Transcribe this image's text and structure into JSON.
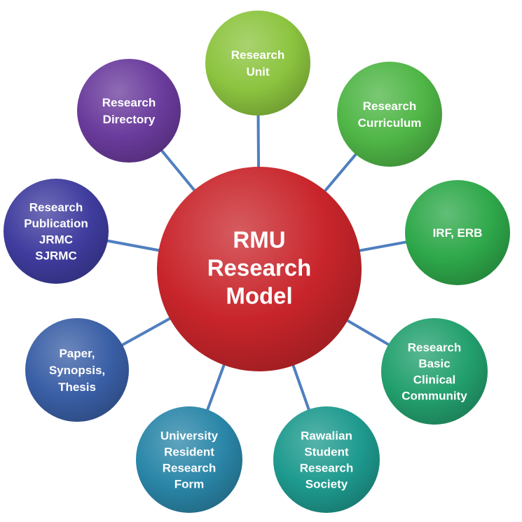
{
  "center": {
    "lines": [
      "RMU",
      "Research",
      "Model"
    ],
    "color": "#c8252b"
  },
  "connector_color": "#4f7fbf",
  "nodes": [
    {
      "id": "research-unit",
      "lines": [
        "Research",
        "Unit"
      ],
      "color": "#8cc43f"
    },
    {
      "id": "research-curriculum",
      "lines": [
        "Research",
        "Curriculum"
      ],
      "color": "#4fb646"
    },
    {
      "id": "irf-erb",
      "lines": [
        "IRF, ERB"
      ],
      "color": "#2ea84a"
    },
    {
      "id": "research-basic-clinical-community",
      "lines": [
        "Research",
        "Basic",
        "Clinical",
        "Community"
      ],
      "color": "#23a06e"
    },
    {
      "id": "rawalian-student-research-society",
      "lines": [
        "Rawalian",
        "Student",
        "Research",
        "Society"
      ],
      "color": "#1e9a8e"
    },
    {
      "id": "university-resident-research-form",
      "lines": [
        "University",
        "Resident",
        "Research",
        "Form"
      ],
      "color": "#2a86a8"
    },
    {
      "id": "paper-synopsis-thesis",
      "lines": [
        "Paper,",
        "Synopsis,",
        "Thesis"
      ],
      "color": "#3a5fa6"
    },
    {
      "id": "research-publication",
      "lines": [
        "Research",
        "Publication",
        "JRMC",
        "SJRMC"
      ],
      "color": "#3f3c9e"
    },
    {
      "id": "research-directory",
      "lines": [
        "Research",
        "Directory"
      ],
      "color": "#6a3b9c"
    }
  ]
}
